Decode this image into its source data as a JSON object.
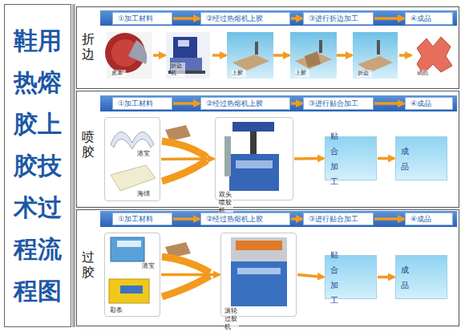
{
  "diagram": {
    "title": "鞋用热熔胶上胶技术过程流程图",
    "nodes": [
      {
        "text": [
          "折边"
        ]
      },
      {
        "text": [
          "①加工材料"
        ],
        "in": 0
      },
      {
        "text": [
          "②经过热熔机上胶"
        ],
        "in": 0
      },
      {
        "text": [
          "③进行折边加工"
        ],
        "in": 0
      },
      {
        "text": [
          "④成品"
        ],
        "in": 0
      },
      {
        "text": [
          "皮革"
        ],
        "in": 0
      },
      {
        "text": [
          "折边机"
        ],
        "in": 0
      },
      {
        "text": [
          "上胶"
        ],
        "in": 0
      },
      {
        "text": [
          "上胶"
        ],
        "in": 0
      },
      {
        "text": [
          "折边"
        ],
        "in": 0
      },
      {
        "text": [
          "成品"
        ],
        "in": 0
      },
      {
        "text": [
          "喷胶"
        ]
      },
      {
        "text": [
          "①加工材料"
        ],
        "in": 11
      },
      {
        "text": [
          "②经过热熔机上胶"
        ],
        "in": 11
      },
      {
        "text": [
          "③进行贴合加工"
        ],
        "in": 11
      },
      {
        "text": [
          "④成品"
        ],
        "in": 11
      },
      {
        "text": [
          "港宝",
          "海绵"
        ],
        "in": 11
      },
      {
        "text": [
          "双头喷胶机"
        ],
        "in": 11
      },
      {
        "text": [
          "贴合加工"
        ],
        "in": 11
      },
      {
        "text": [
          "成品"
        ],
        "in": 11
      },
      {
        "text": [
          "过胶"
        ]
      },
      {
        "text": [
          "①加工材料"
        ],
        "in": 20
      },
      {
        "text": [
          "②经过热熔机上胶"
        ],
        "in": 20
      },
      {
        "text": [
          "③进行贴合加工"
        ],
        "in": 20
      },
      {
        "text": [
          "④成品"
        ],
        "in": 20
      },
      {
        "text": [
          "港宝",
          "彩条"
        ],
        "in": 20
      },
      {
        "text": [
          "滚轮过胶机"
        ],
        "in": 20
      },
      {
        "text": [
          "贴合加工"
        ],
        "in": 20
      },
      {
        "text": [
          "成品"
        ],
        "in": 20
      }
    ],
    "edges": [
      {
        "from": 1,
        "to": 2,
        "arrow": "to"
      },
      {
        "from": 2,
        "to": 3,
        "arrow": "to"
      },
      {
        "from": 3,
        "to": 4,
        "arrow": "to"
      },
      {
        "from": 5,
        "to": 6,
        "arrow": "to"
      },
      {
        "from": 6,
        "to": 7,
        "arrow": "to"
      },
      {
        "from": 7,
        "to": 8,
        "arrow": "to"
      },
      {
        "from": 8,
        "to": 9,
        "arrow": "to"
      },
      {
        "from": 9,
        "to": 10,
        "arrow": "to"
      },
      {
        "from": 12,
        "to": 13,
        "arrow": "to"
      },
      {
        "from": 13,
        "to": 14,
        "arrow": "to"
      },
      {
        "from": 14,
        "to": 15,
        "arrow": "to"
      },
      {
        "from": 16,
        "to": 17,
        "arrow": "to"
      },
      {
        "from": 17,
        "to": 18,
        "arrow": "to"
      },
      {
        "from": 18,
        "to": 19,
        "arrow": "to"
      },
      {
        "from": 21,
        "to": 22,
        "arrow": "to"
      },
      {
        "from": 22,
        "to": 23,
        "arrow": "to"
      },
      {
        "from": 23,
        "to": 24,
        "arrow": "to"
      },
      {
        "from": 25,
        "to": 26,
        "arrow": "to"
      },
      {
        "from": 26,
        "to": 27,
        "arrow": "to"
      },
      {
        "from": 27,
        "to": 28,
        "arrow": "to"
      }
    ]
  }
}
